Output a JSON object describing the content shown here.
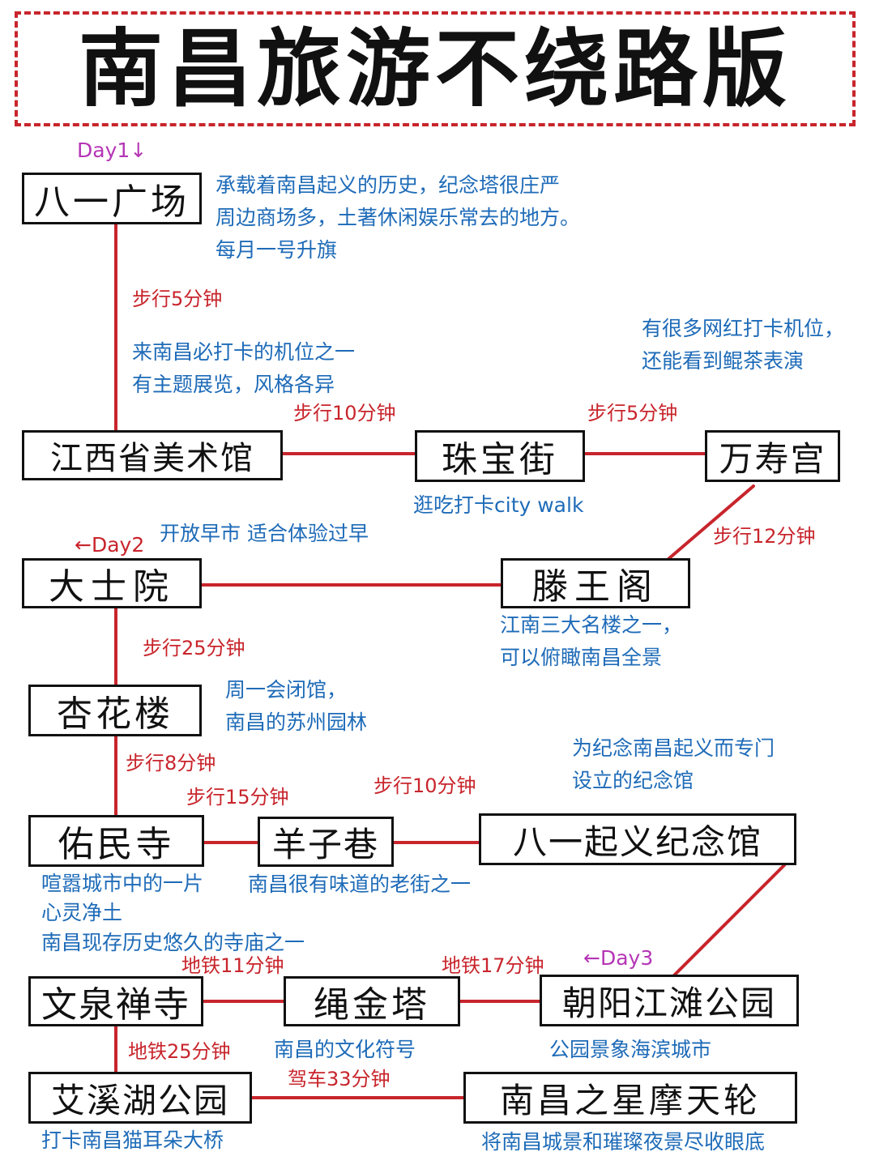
{
  "title": "南昌旅游不绕路版",
  "colors": {
    "route_line": "#c8252c",
    "walk_text": "#c8252c",
    "desc_text": "#1e6bb8",
    "day1": "#b535b5",
    "day2": "#c8252c",
    "day3": "#b535b5"
  },
  "days": {
    "day1": "Day1↓",
    "day2": "←Day2",
    "day3": "←Day3"
  },
  "nodes": {
    "bayi_square": "八一广场",
    "art_museum": "江西省美术馆",
    "jewelry_street": "珠宝街",
    "wanshou_palace": "万寿宫",
    "tengwang_pavilion": "滕王阁",
    "dashiyuan": "大士院",
    "xinghua_tower": "杏花楼",
    "youmin_temple": "佑民寺",
    "yangzi_lane": "羊子巷",
    "bayi_memorial": "八一起义纪念馆",
    "wenquan_temple": "文泉禅寺",
    "shengjin_pagoda": "绳金塔",
    "chaoyang_park": "朝阳江滩公园",
    "aixi_lake_park": "艾溪湖公园",
    "star_ferris_wheel": "南昌之星摩天轮"
  },
  "transit": {
    "walk_5_a": "步行5分钟",
    "walk_10_a": "步行10分钟",
    "walk_5_b": "步行5分钟",
    "walk_12": "步行12分钟",
    "walk_25": "步行25分钟",
    "walk_8": "步行8分钟",
    "walk_15": "步行15分钟",
    "walk_10_b": "步行10分钟",
    "metro_11": "地铁11分钟",
    "metro_17": "地铁17分钟",
    "metro_25": "地铁25分钟",
    "drive_33": "驾车33分钟"
  },
  "descriptions": {
    "bayi_square": [
      "承载着南昌起义的历史，纪念塔很庄严",
      "周边商场多，土著休闲娱乐常去的地方。",
      "每月一号升旗"
    ],
    "art_museum": [
      "来南昌必打卡的机位之一",
      "有主题展览，风格各异"
    ],
    "wanshou_palace": [
      "有很多网红打卡机位，",
      "还能看到鲲茶表演"
    ],
    "jewelry_street": "逛吃打卡city walk",
    "dashiyuan": "开放早市 适合体验过早",
    "tengwang_pavilion": [
      "江南三大名楼之一，",
      "可以俯瞰南昌全景"
    ],
    "xinghua_tower": [
      "周一会闭馆，",
      "南昌的苏州园林"
    ],
    "bayi_memorial": [
      "为纪念南昌起义而专门",
      "设立的纪念馆"
    ],
    "youmin_temple": [
      "喧嚣城市中的一片",
      "心灵净土",
      "南昌现存历史悠久的寺庙之一"
    ],
    "yangzi_lane": "南昌很有味道的老街之一",
    "shengjin_pagoda": "南昌的文化符号",
    "chaoyang_park": "公园景象海滨城市",
    "aixi_lake_park": "打卡南昌猫耳朵大桥",
    "star_ferris_wheel": "将南昌城景和璀璨夜景尽收眼底"
  }
}
